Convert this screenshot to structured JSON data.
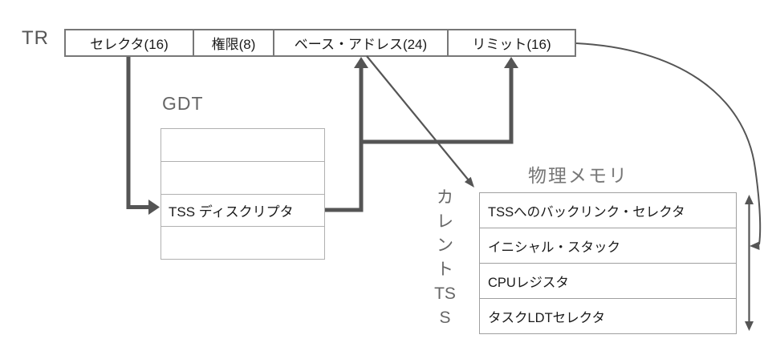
{
  "colors": {
    "arrow": "#555555",
    "register_border": "#777777",
    "table_border": "#b0b0b0",
    "label_text": "#666666",
    "cell_text": "#1a1a1a"
  },
  "tr": {
    "label": "TR",
    "cells": [
      {
        "label": "セレクタ(16)",
        "bits": 16
      },
      {
        "label": "権限(8)",
        "bits": 8
      },
      {
        "label": "ベース・アドレス(24)",
        "bits": 24
      },
      {
        "label": "リミット(16)",
        "bits": 16
      }
    ]
  },
  "gdt": {
    "title": "GDT",
    "rows": [
      "",
      "",
      "TSS ディスクリプタ",
      ""
    ]
  },
  "memory": {
    "title": "物理メモリ",
    "side_label": "カレントTSS",
    "rows": [
      "TSSへのバックリンク・セレクタ",
      "イニシャル・スタック",
      "CPUレジスタ",
      "タスクLDTセレクタ"
    ]
  }
}
